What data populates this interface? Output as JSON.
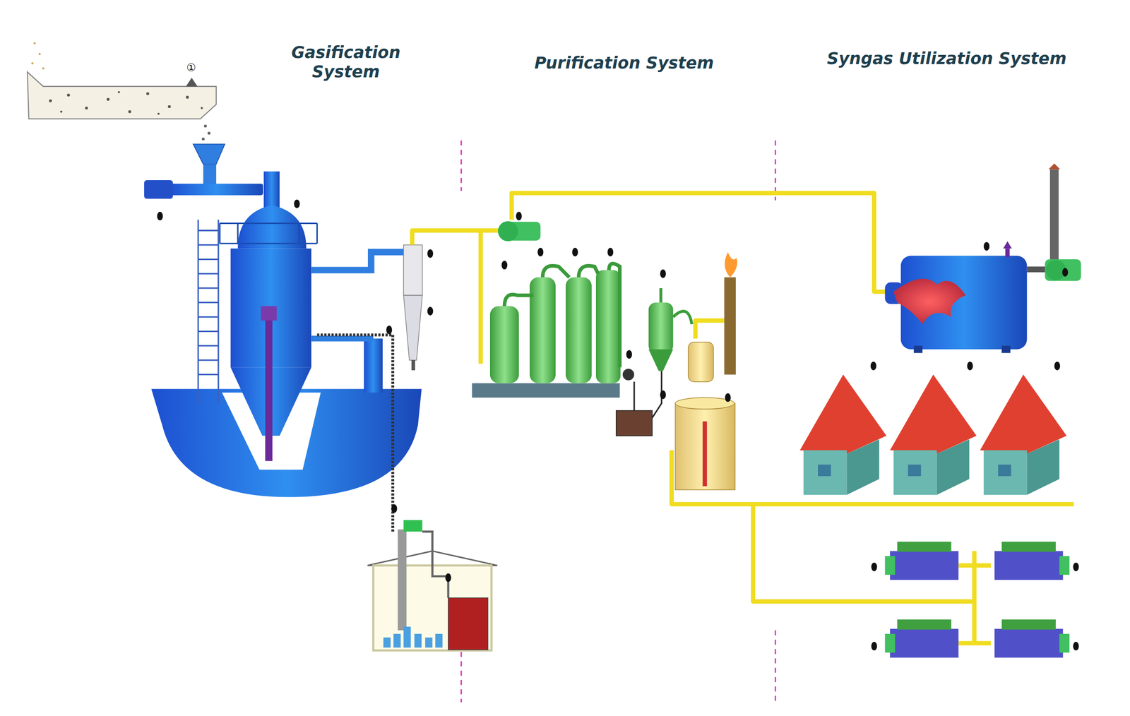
{
  "diagram": {
    "labels": [
      "Gasification System",
      "Purification System",
      "Syngas Utilization System",
      "①"
    ]
  }
}
